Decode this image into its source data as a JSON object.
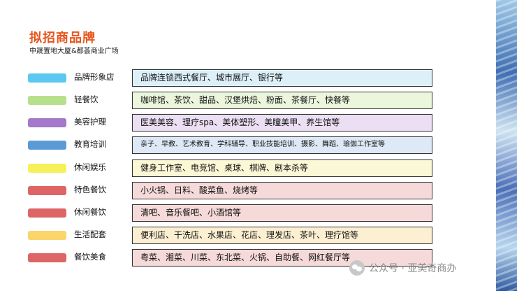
{
  "page": {
    "title": "拟招商品牌",
    "subtitle": "中晟置地大厦&都荟商业广场"
  },
  "rows": [
    {
      "category": "品牌形象店",
      "content": "品牌连锁西式餐厅、城市展厅、银行等",
      "swatch_color": "#5bc8ef",
      "box_color": "#ddf0fa"
    },
    {
      "category": "轻餐饮",
      "content": "咖啡馆、茶饮、甜品、汉堡烘焙、粉面、茶餐厅、快餐等",
      "swatch_color": "#b7e08c",
      "box_color": "#ebf6dc"
    },
    {
      "category": "美容护理",
      "content": "医美美容、理疗spa、美体塑形、美瞳美甲、养生馆等",
      "swatch_color": "#a479c9",
      "box_color": "#ecdff4"
    },
    {
      "category": "教育培训",
      "content": "亲子、早教、艺术教育、学科辅导、职业技能培训、摄影、舞蹈、瑜伽工作室等",
      "swatch_color": "#5b9bd5",
      "box_color": "#dde9f6"
    },
    {
      "category": "休闲娱乐",
      "content": "健身工作室、电竞馆、桌球、棋牌、剧本杀等",
      "swatch_color": "#f6f05a",
      "box_color": "#fbf8d6"
    },
    {
      "category": "特色餐饮",
      "content": "小火锅、日料、酸菜鱼、烧烤等",
      "swatch_color": "#de6565",
      "box_color": "#f6dada"
    },
    {
      "category": "休闲餐饮",
      "content": "清吧、音乐餐吧、小酒馆等",
      "swatch_color": "#de6565",
      "box_color": "#f6dada"
    },
    {
      "category": "生活配套",
      "content": "便利店、干洗店、水果店、花店、理发店、茶叶、理疗馆等",
      "swatch_color": "#f9d56b",
      "box_color": "#fcefd2"
    },
    {
      "category": "餐饮美食",
      "content": "粤菜、湘菜、川菜、东北菜、火锅、自助餐、网红餐厅等",
      "swatch_color": "#de6565",
      "box_color": "#f6dada"
    }
  ],
  "watermark": {
    "text": "公众号 · 亚美奇商办",
    "icon": "wechat-icon"
  }
}
